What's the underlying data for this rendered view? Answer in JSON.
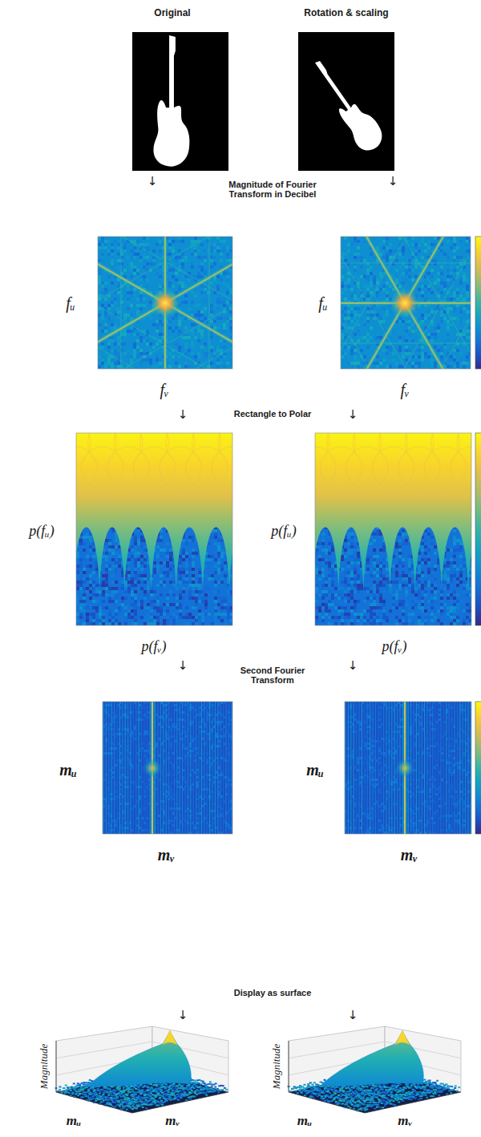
{
  "diagram": {
    "labels": [
      "Original",
      "Rotation & scaling",
      "↓",
      "Magnitude of Fourier Transform in Decibel",
      "↓",
      "fᵤ",
      "fᵤ",
      "fᵥ",
      "fᵥ",
      "↓",
      "Rectangle to Polar",
      "↓",
      "p(fᵤ)",
      "p(fᵤ)",
      "p(fᵥ)",
      "p(fᵥ)",
      "↓",
      "Second Fourier Transform",
      "↓",
      "mᵤ",
      "mᵤ",
      "mᵥ",
      "mᵥ",
      "Display as surface",
      "↓",
      "↓",
      "Magnitude",
      "Magnitude",
      "mᵤ",
      "mᵥ",
      "mᵤ",
      "mᵥ"
    ]
  }
}
